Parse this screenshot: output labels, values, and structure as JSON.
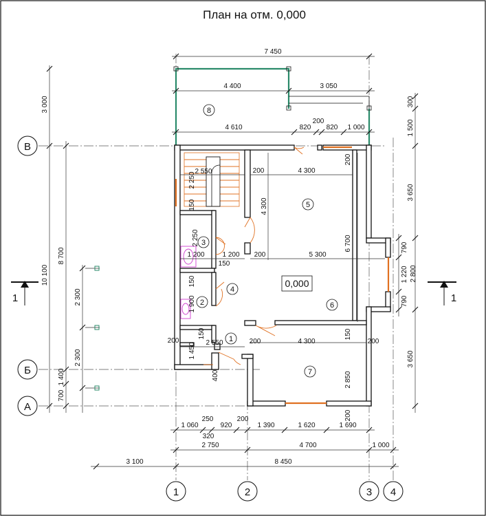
{
  "title": "План на отм. 0,000",
  "level_mark": "0,000",
  "section_mark": "1",
  "axes": {
    "letters": [
      "В",
      "Б",
      "А"
    ],
    "numbers": [
      "1",
      "2",
      "3",
      "4"
    ]
  },
  "rooms": [
    "1",
    "2",
    "3",
    "4",
    "5",
    "6",
    "7",
    "8"
  ],
  "dimensions": {
    "top": [
      "7 450",
      "4 400",
      "3 050",
      "4 610",
      "820",
      "200",
      "820",
      "1 000"
    ],
    "right": [
      "300",
      "1 500",
      "3 650",
      "790",
      "1 220",
      "2 800",
      "790",
      "3 650"
    ],
    "left": [
      "3 000",
      "10 100",
      "8 700",
      "2 300",
      "2 300",
      "1 400",
      "700"
    ],
    "bottom_row1": [
      "1 060",
      "250",
      "920",
      "200",
      "1 390",
      "1 620",
      "1 690"
    ],
    "bottom_row1b": [
      "320"
    ],
    "bottom_row2": [
      "2 750",
      "4 700",
      "1 000"
    ],
    "bottom_row3": [
      "3 100",
      "8 450"
    ],
    "inner": [
      "200",
      "2 550",
      "2 250",
      "150",
      "200",
      "4 300",
      "4 300",
      "2 250",
      "1 200",
      "1 200",
      "150",
      "200",
      "5 300",
      "6 700",
      "150",
      "1 900",
      "200",
      "150",
      "2 550",
      "200",
      "4 300",
      "200",
      "1 450",
      "400",
      "2 850",
      "150",
      "200"
    ]
  },
  "colors": {
    "line": "#111111",
    "door": "#e07020",
    "terrace": "#2a8a6a",
    "fixture": "#d040d0"
  }
}
